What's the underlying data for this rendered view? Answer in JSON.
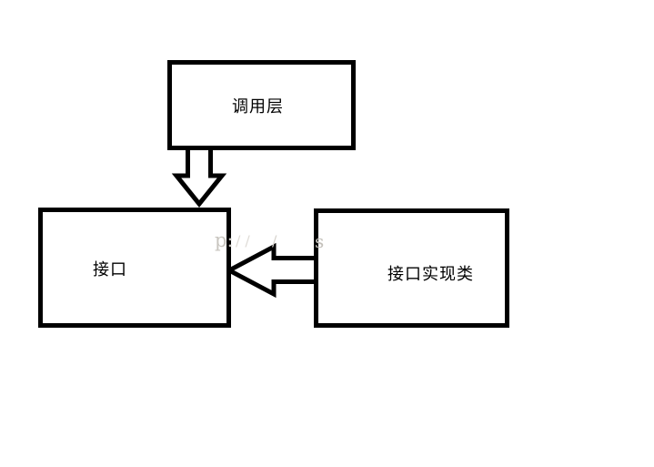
{
  "diagram": {
    "background_color": "#ffffff",
    "line_color": "#000000",
    "nodes": [
      {
        "id": "caller",
        "label": "调用层"
      },
      {
        "id": "interface",
        "label": "接口"
      },
      {
        "id": "impl",
        "label": "接口实现类"
      }
    ],
    "edges": [
      {
        "from": "caller",
        "to": "interface",
        "direction": "down",
        "style": "hollow-block-arrow"
      },
      {
        "from": "impl",
        "to": "interface",
        "direction": "left",
        "style": "hollow-block-arrow"
      }
    ],
    "watermark": {
      "fragments": [
        {
          "text": "p:"
        },
        {
          "text": "//"
        },
        {
          "text": "/"
        },
        {
          "text": "s"
        }
      ],
      "color": "#c8c5bf"
    }
  }
}
